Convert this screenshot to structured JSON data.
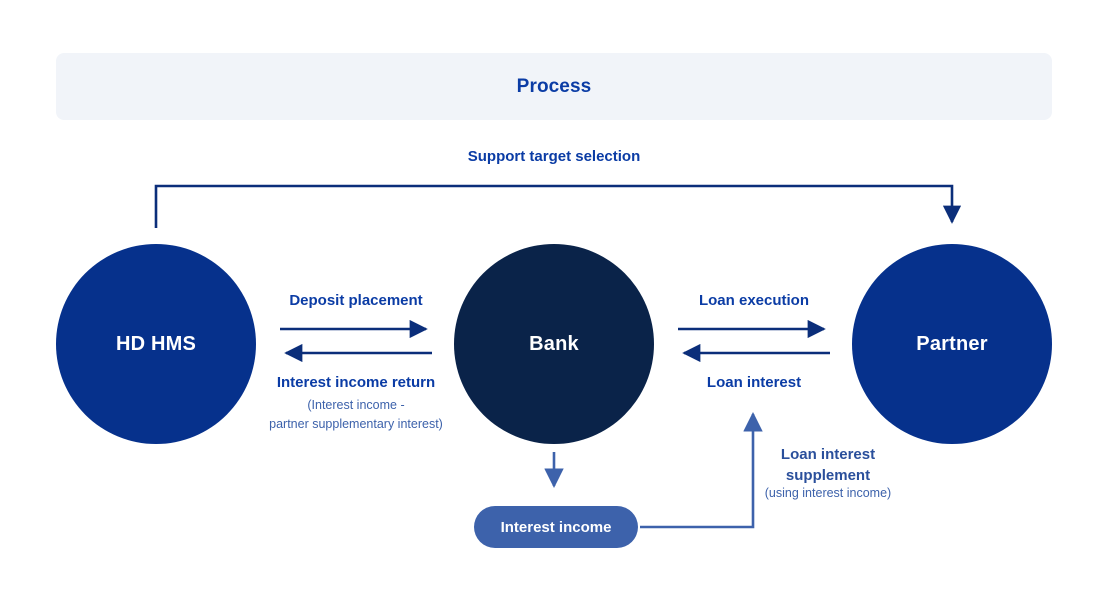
{
  "header": {
    "title": "Process",
    "band_color": "#F1F4F9",
    "title_color": "#0B3CA5"
  },
  "diagram": {
    "type": "flow-diagram",
    "nodes": [
      {
        "id": "hd-hms",
        "label": "HD HMS",
        "shape": "circle",
        "color": "#06318C"
      },
      {
        "id": "bank",
        "label": "Bank",
        "shape": "circle",
        "color": "#0A2349"
      },
      {
        "id": "partner",
        "label": "Partner",
        "shape": "circle",
        "color": "#06318C"
      },
      {
        "id": "interest-income",
        "label": "Interest income",
        "shape": "pill",
        "color": "#3D62AB"
      }
    ],
    "edges": [
      {
        "id": "support-target-selection",
        "label": "Support target selection",
        "from": "hd-hms",
        "to": "partner",
        "style": "orthogonal-top"
      },
      {
        "id": "deposit-placement",
        "label": "Deposit placement",
        "from": "hd-hms",
        "to": "bank",
        "style": "straight"
      },
      {
        "id": "interest-income-return",
        "label": "Interest income return",
        "from": "bank",
        "to": "hd-hms",
        "style": "straight",
        "sub_lines": [
          "(Interest income -",
          "partner supplementary interest)"
        ]
      },
      {
        "id": "loan-execution",
        "label": "Loan execution",
        "from": "bank",
        "to": "partner",
        "style": "straight"
      },
      {
        "id": "loan-interest",
        "label": "Loan interest",
        "from": "partner",
        "to": "bank",
        "style": "straight"
      },
      {
        "id": "bank-to-interest-income",
        "label": "",
        "from": "bank",
        "to": "interest-income",
        "style": "straight-down"
      },
      {
        "id": "loan-interest-supplement",
        "label_lines": [
          "Loan interest",
          "supplement"
        ],
        "from": "interest-income",
        "to": "loan-interest",
        "style": "orthogonal-right",
        "sub_lines": [
          "(using interest income)"
        ]
      }
    ],
    "colors": {
      "navy_dark": "#0A2349",
      "navy": "#06318C",
      "blue_medium": "#3D62AB",
      "label_blue": "#0B3CA5",
      "band": "#F1F4F9",
      "canvas": "#FFFFFF"
    }
  },
  "labels": {
    "support_target_selection": "Support target selection",
    "deposit_placement": "Deposit placement",
    "interest_income_return": "Interest income return",
    "interest_income_return_sub_1": "(Interest income -",
    "interest_income_return_sub_2": "partner supplementary interest)",
    "loan_execution": "Loan execution",
    "loan_interest": "Loan interest",
    "loan_interest_supplement_1": "Loan interest",
    "loan_interest_supplement_2": "supplement",
    "loan_interest_supplement_sub": "(using interest income)"
  },
  "nodes": {
    "hd_hms": "HD HMS",
    "bank": "Bank",
    "partner": "Partner",
    "interest_income": "Interest income"
  }
}
